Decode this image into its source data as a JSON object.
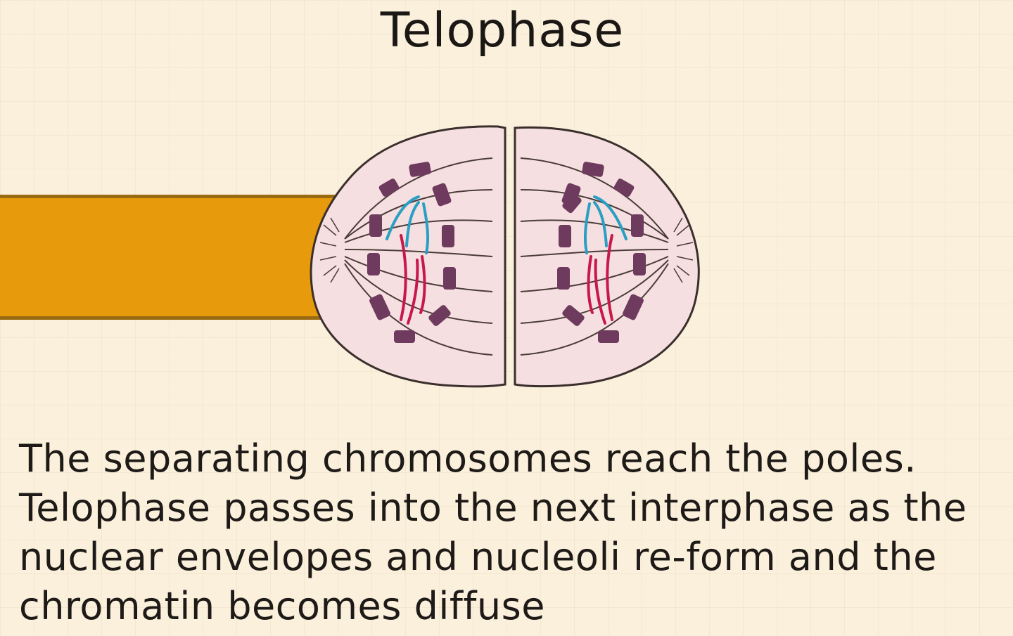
{
  "title": "Telophase",
  "caption_lines": [
    "The separating chromosomes reach the poles.",
    "Telophase passes into the next interphase as the",
    "nuclear envelopes and nucleoli re-form and the",
    "chromatin becomes diffuse"
  ],
  "colors": {
    "background": "#fbf0dc",
    "phase_bar": "#e79a0c",
    "cell_fill": "#f6dfe0",
    "cell_outline": "#3a2f2c",
    "nuclear_envelope": "#6e3a5e",
    "chromatin_blue": "#2a9fc4",
    "chromatin_red": "#c8184a"
  },
  "icons": [
    "telophase-cell-diagram"
  ]
}
